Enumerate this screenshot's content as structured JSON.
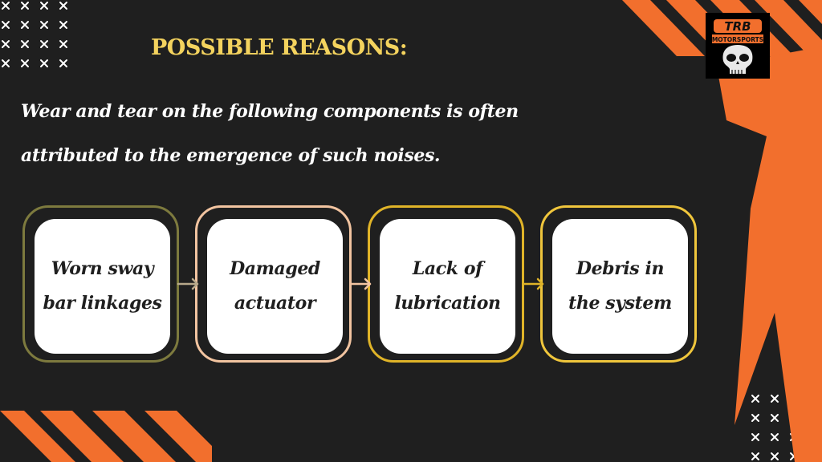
{
  "header": {
    "title": "POSSIBLE REASONS:",
    "subtitle": "Wear and tear on the following components is often attributed to the emergence of such noises."
  },
  "flow": {
    "steps": [
      {
        "label": "Worn sway bar linkages",
        "color": "#7d7a3e"
      },
      {
        "label": "Damaged actuator",
        "color": "#f2c4a0"
      },
      {
        "label": "Lack of lubrication",
        "color": "#e0b428"
      },
      {
        "label": "Debris in the system",
        "color": "#f0c63c"
      }
    ]
  },
  "logo": {
    "text_top": "TRB",
    "text_bottom": "MOTORSPORTS",
    "icon": "skull-icon"
  },
  "colors": {
    "background": "#1f1f1f",
    "accent_orange": "#f26f2d",
    "title_yellow": "#f4d35e"
  }
}
